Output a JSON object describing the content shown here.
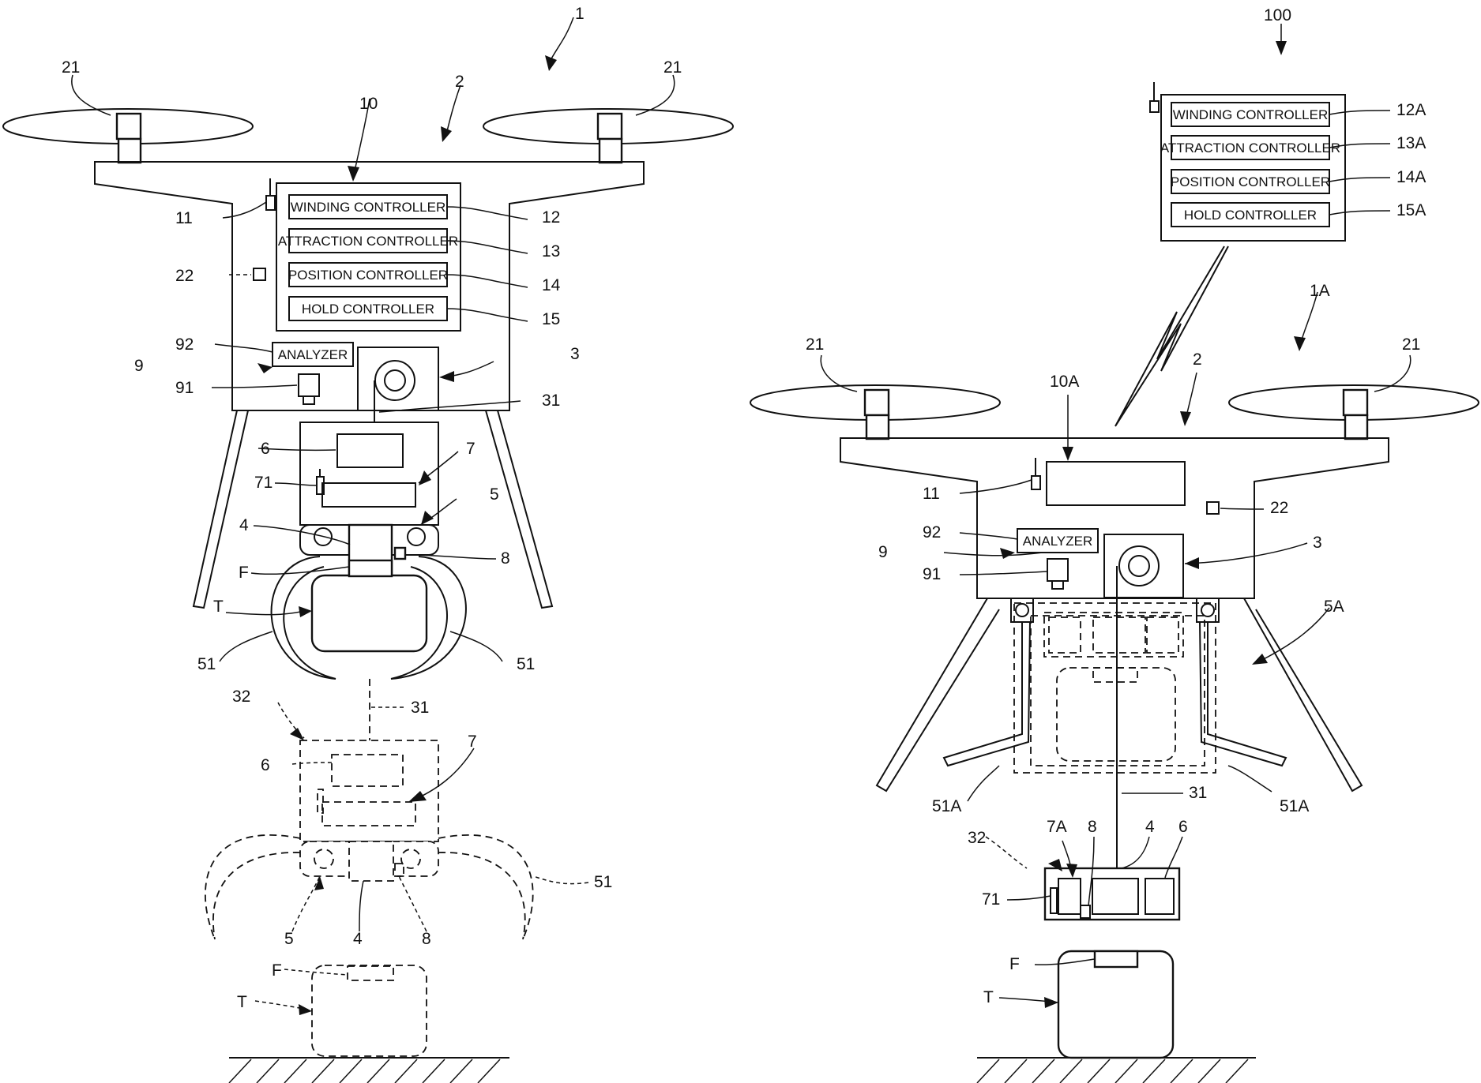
{
  "left_figure": {
    "refs": {
      "device": "1",
      "body": "2",
      "controller": "10",
      "propeller": "21",
      "antenna": "11",
      "sensor": "22",
      "analyzer": "92",
      "analyzer_unit": "9",
      "camera": "91",
      "winch": "3",
      "wire": "31",
      "battery": "6",
      "comm_unit": "7",
      "comm_antenna": "71",
      "hold_unit": "5",
      "attraction": "4",
      "fastener": "F",
      "target": "T",
      "detector": "8",
      "arm": "51",
      "lowered_unit": "32",
      "ctrl_winding": "12",
      "ctrl_attraction": "13",
      "ctrl_position": "14",
      "ctrl_hold": "15"
    },
    "boxes": {
      "winding": "WINDING CONTROLLER",
      "attraction": "ATTRACTION CONTROLLER",
      "position": "POSITION CONTROLLER",
      "hold": "HOLD CONTROLLER",
      "analyzer": "ANALYZER"
    }
  },
  "right_figure": {
    "refs": {
      "remote": "100",
      "device": "1A",
      "body": "2",
      "controller": "10A",
      "propeller": "21",
      "antenna": "11",
      "sensor": "22",
      "analyzer": "92",
      "analyzer_unit": "9",
      "camera": "91",
      "winch": "3",
      "hold_unit": "5A",
      "arm": "51A",
      "wire": "31",
      "lowered_unit": "32",
      "comm_unit": "7A",
      "detector": "8",
      "attraction": "4",
      "battery": "6",
      "comm_antenna": "71",
      "fastener": "F",
      "target": "T",
      "ctrl_winding": "12A",
      "ctrl_attraction": "13A",
      "ctrl_position": "14A",
      "ctrl_hold": "15A"
    },
    "boxes": {
      "winding": "WINDING CONTROLLER",
      "attraction": "ATTRACTION CONTROLLER",
      "position": "POSITION CONTROLLER",
      "hold": "HOLD CONTROLLER",
      "analyzer": "ANALYZER"
    }
  }
}
